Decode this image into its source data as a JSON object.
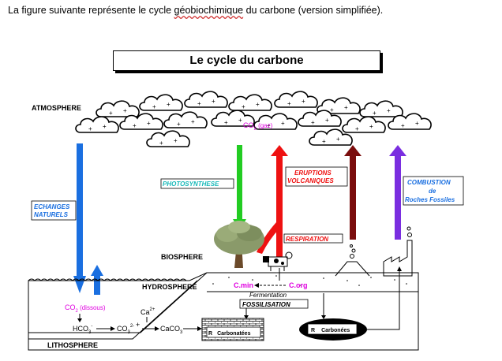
{
  "intro": {
    "before": "La figure suivante représente le cycle ",
    "word": "géobiochimique",
    "after": " du carbone (version simplifiée)."
  },
  "title": "Le cycle du carbone",
  "zones": {
    "atmosphere": "ATMOSPHERE",
    "biosphere": "BIOSPHERE",
    "hydrosphere": "HYDROSPHERE",
    "lithosphere": "LITHOSPHERE"
  },
  "labels": {
    "co2_gaz_prefix": "CO",
    "co2_gaz_sub": "2",
    "co2_gaz_suffix": " (gaz)",
    "echanges_1": "ECHANGES",
    "echanges_2": "NATURELS",
    "photosynthese": "PHOTOSYNTHESE",
    "eruptions_1": "ERUPTIONS",
    "eruptions_2": "VOLCANIQUES",
    "respiration": "RESPIRATION",
    "combustion_1": "COMBUSTION",
    "combustion_2": "de",
    "combustion_3": "Roches Fossiles",
    "co2_dissous_prefix": "CO",
    "co2_dissous_sub": "2",
    "co2_dissous_suffix": " (dissous)",
    "cmin": "C.min",
    "corg": "C.org",
    "fermentation": "Fermentation",
    "fossilisation": "FOSSILISATION",
    "hco3": "HCO",
    "hco3_sub": "3",
    "hco3_sup": "-",
    "co3": "CO",
    "co3_sub": "3",
    "co3_sup": "2-",
    "ca": "Ca",
    "ca_sup": "2+",
    "plus": "+",
    "caco3": "CaCO",
    "caco3_sub": "3",
    "r_carbonates": "Carbonatées",
    "r_carbones": "Carbonées",
    "r": "R"
  },
  "colors": {
    "magenta": "#e000e0",
    "blue_arrow": "#1a6fe0",
    "green_arrow": "#22cc22",
    "red_arrow": "#ee1111",
    "darkred_arrow": "#7a0d0d",
    "purple_arrow": "#7a2ee0",
    "cyan_text": "#17b8b8"
  }
}
